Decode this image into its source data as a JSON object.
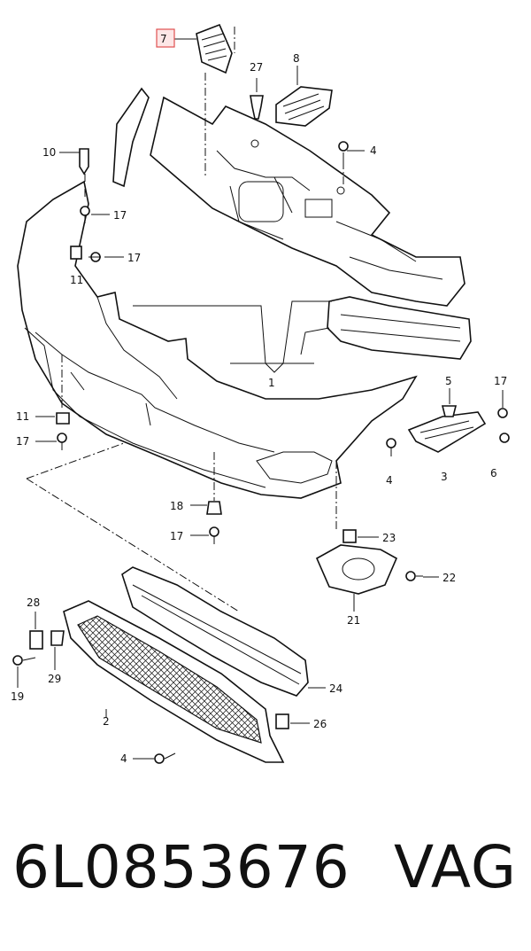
{
  "callouts": {
    "c7": "7",
    "c27": "27",
    "c8": "8",
    "c4a": "4",
    "c10": "10",
    "c17a": "17",
    "c17b": "17",
    "c11a": "11",
    "c1": "1",
    "c5": "5",
    "c17c": "17",
    "c11b": "11",
    "c17d": "17",
    "c4b": "4",
    "c3": "3",
    "c6": "6",
    "c18": "18",
    "c17e": "17",
    "c23": "23",
    "c22": "22",
    "c21": "21",
    "c28": "28",
    "c29": "29",
    "c19": "19",
    "c2": "2",
    "c24": "24",
    "c26": "26",
    "c4c": "4"
  },
  "highlight_color": "#e05050",
  "footer": {
    "part_number": "6L0853676",
    "brand": "VAG"
  }
}
